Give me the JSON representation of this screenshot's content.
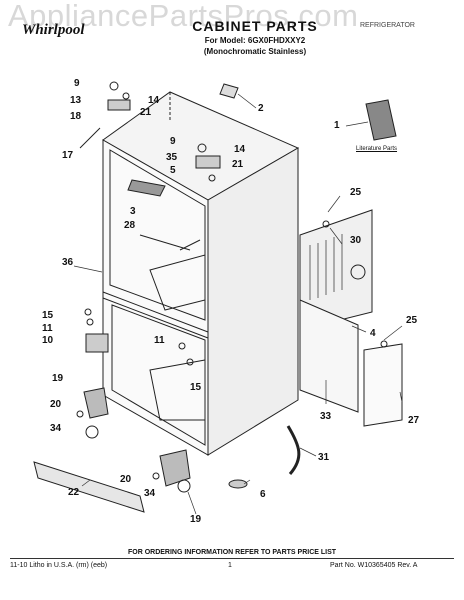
{
  "watermark": "AppliancePartsPros.com",
  "header": {
    "brand": "Whirlpool",
    "title": "CABINET PARTS",
    "model": "For Model: 6GX0FHDXXY2",
    "variant": "(Monochromatic Stainless)",
    "product": "REFRIGERATOR"
  },
  "labels": {
    "l9a": "9",
    "l13": "13",
    "l14a": "14",
    "l18": "18",
    "l21a": "21",
    "l17": "17",
    "l2": "2",
    "l1": "1",
    "l9b": "9",
    "l35": "35",
    "l14b": "14",
    "l5": "5",
    "l21b": "21",
    "l3": "3",
    "l28": "28",
    "l25a": "25",
    "l30": "30",
    "l36": "36",
    "l15a": "15",
    "l11a": "11",
    "l10": "10",
    "l4": "4",
    "l25b": "25",
    "l11b": "11",
    "l15b": "15",
    "l19a": "19",
    "l20a": "20",
    "l34a": "34",
    "l33": "33",
    "l27": "27",
    "l31": "31",
    "l22": "22",
    "l20b": "20",
    "l34b": "34",
    "l6": "6",
    "l19b": "19"
  },
  "literature_caption": "Literature Parts",
  "footer": {
    "ordering": "FOR ORDERING INFORMATION REFER TO PARTS PRICE LIST",
    "litho": "11-10 Litho in U.S.A. (rm) (eeb)",
    "page": "1",
    "part_no": "Part No. W10365405 Rev. A"
  }
}
